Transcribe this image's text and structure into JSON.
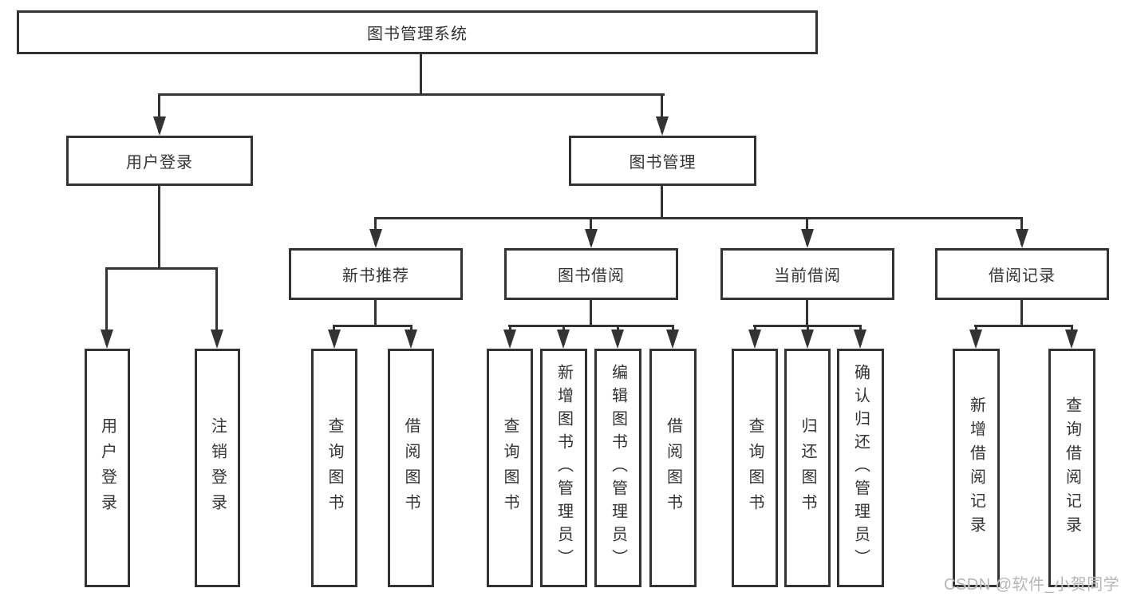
{
  "diagram": {
    "title": "图书管理系统",
    "branches": {
      "user_login": "用户登录",
      "book_management": "图书管理"
    },
    "modules": {
      "new_book_recommend": "新书推荐",
      "book_borrow": "图书借阅",
      "current_borrow": "当前借阅",
      "borrow_record": "借阅记录"
    },
    "leaves": {
      "user_login": "用户登录",
      "logout": "注销登录",
      "recommend_query_book": "查询图书",
      "recommend_borrow_book": "借阅图书",
      "borrow_query_book": "查询图书",
      "borrow_add_book_admin": "新增图书（管理员）",
      "borrow_edit_book_admin": "编辑图书（管理员）",
      "borrow_borrow_book": "借阅图书",
      "current_query_book": "查询图书",
      "current_return_book": "归还图书",
      "current_confirm_return_admin": "确认归还（管理员）",
      "record_add_borrow": "新增借阅记录",
      "record_query_borrow": "查询借阅记录"
    },
    "watermark": "CSDN @软件_小贺同学",
    "colors": {
      "line": "#333333",
      "box_border": "#333333",
      "text": "#333333",
      "watermark": "#b5b5b5",
      "background": "#ffffff"
    }
  }
}
